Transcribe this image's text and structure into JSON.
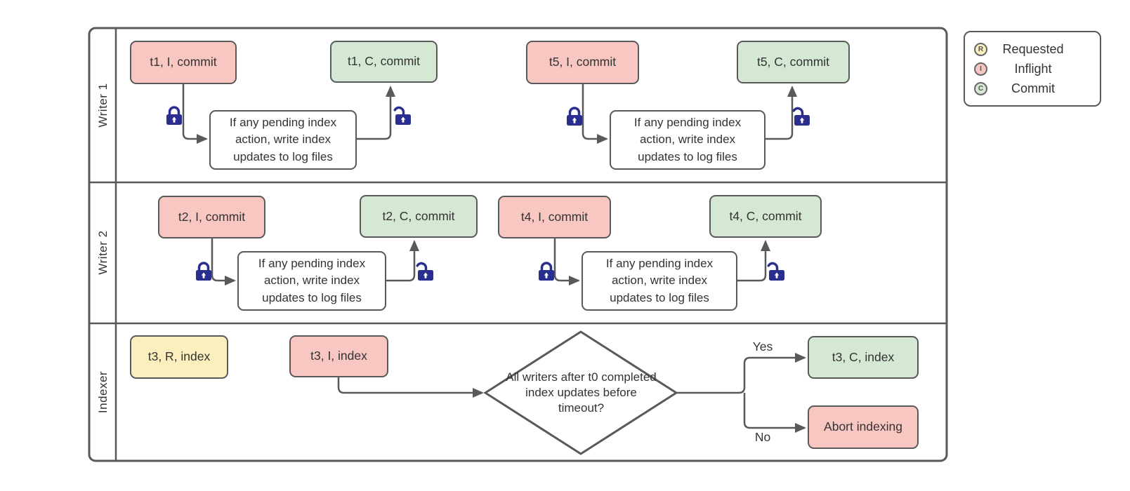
{
  "lanes": [
    {
      "label": "Writer 1"
    },
    {
      "label": "Writer 2"
    },
    {
      "label": "Indexer"
    }
  ],
  "action_note": "If any pending index action, write index updates to log files",
  "nodes": {
    "t1_inflight": "t1, I, commit",
    "t1_commit": "t1, C, commit",
    "t5_inflight": "t5, I, commit",
    "t5_commit": "t5, C, commit",
    "t2_inflight": "t2, I, commit",
    "t2_commit": "t2, C, commit",
    "t4_inflight": "t4, I, commit",
    "t4_commit": "t4, C, commit",
    "t3_requested": "t3, R, index",
    "t3_inflight": "t3, I, index",
    "t3_commit": "t3, C, index",
    "abort": "Abort indexing"
  },
  "decision": {
    "question": "All writers after t0 completed index updates before timeout?"
  },
  "branches": {
    "yes": "Yes",
    "no": "No"
  },
  "legend": {
    "items": [
      {
        "letter": "R",
        "label": "Requested",
        "color": "#fbf0bd"
      },
      {
        "letter": "I",
        "label": "Inflight",
        "color": "#f9c7c2"
      },
      {
        "letter": "C",
        "label": "Commit",
        "color": "#d5e8d4"
      }
    ]
  },
  "colors": {
    "inflight_fill": "#f9c7c2",
    "commit_fill": "#d5e8d4",
    "requested_fill": "#fbf0bd",
    "stroke": "#595959",
    "lock": "#2a2f8f",
    "text": "#333333"
  }
}
